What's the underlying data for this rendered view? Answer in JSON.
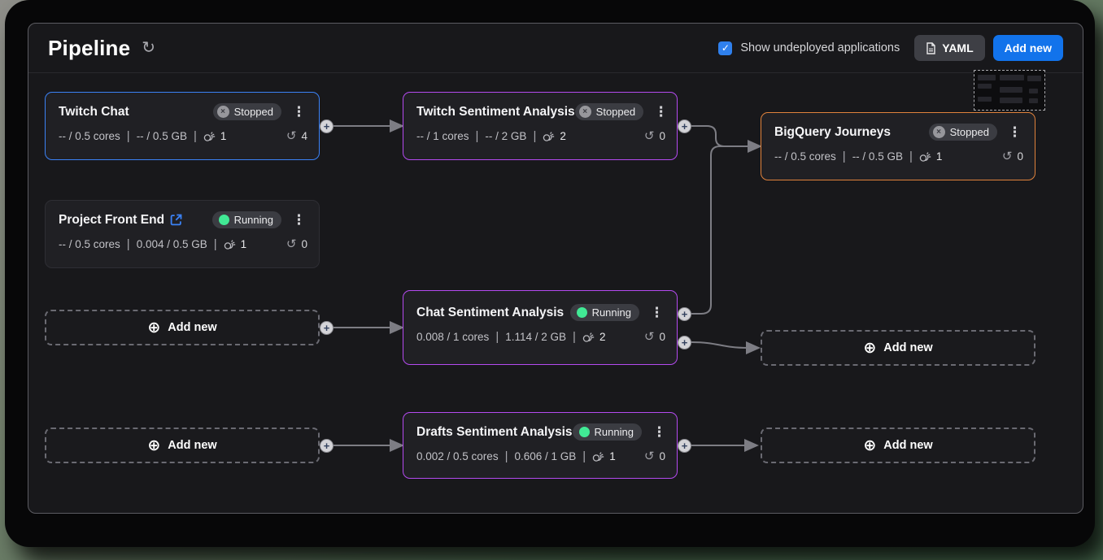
{
  "ui": {
    "separator": "|",
    "icons": {
      "refresh": "↻",
      "restarts": "↺",
      "dots": "⋮",
      "check": "✓",
      "plus": "+",
      "add_plus": "⊕",
      "stop_x": "×"
    }
  },
  "header": {
    "title": "Pipeline",
    "show_undeployed_label": "Show undeployed applications",
    "yaml_label": "YAML",
    "add_new_label": "Add new"
  },
  "colors": {
    "accent_blue": "#2f80ed",
    "primary_button_blue": "#1273eb",
    "selected_node_blue": "#3b82f6",
    "node_purple": "#b44af0",
    "node_orange": "#e0823c",
    "running_green": "#41e995",
    "stopped_gray": "#97979c",
    "edge_gray": "#7d7d84"
  },
  "placeholder": {
    "label": "Add new"
  },
  "nodes": [
    {
      "name": "Twitch Chat",
      "status": "Stopped",
      "cpu": "-- / 0.5 cores",
      "mem": "-- / 0.5 GB",
      "topics": "1",
      "restarts": "4"
    },
    {
      "name": "Twitch Sentiment Analysis",
      "status": "Stopped",
      "cpu": "-- / 1 cores",
      "mem": "-- / 2 GB",
      "topics": "2",
      "restarts": "0"
    },
    {
      "name": "BigQuery Journeys",
      "status": "Stopped",
      "cpu": "-- / 0.5 cores",
      "mem": "-- / 0.5 GB",
      "topics": "1",
      "restarts": "0"
    },
    {
      "name": "Project Front End",
      "status": "Running",
      "cpu": "-- / 0.5 cores",
      "mem": "0.004 / 0.5 GB",
      "topics": "1",
      "restarts": "0"
    },
    {
      "name": "Chat Sentiment Analysis",
      "status": "Running",
      "cpu": "0.008 / 1 cores",
      "mem": "1.114 / 2 GB",
      "topics": "2",
      "restarts": "0"
    },
    {
      "name": "Drafts Sentiment Analysis",
      "status": "Running",
      "cpu": "0.002 / 0.5 cores",
      "mem": "0.606 / 1 GB",
      "topics": "1",
      "restarts": "0"
    }
  ]
}
